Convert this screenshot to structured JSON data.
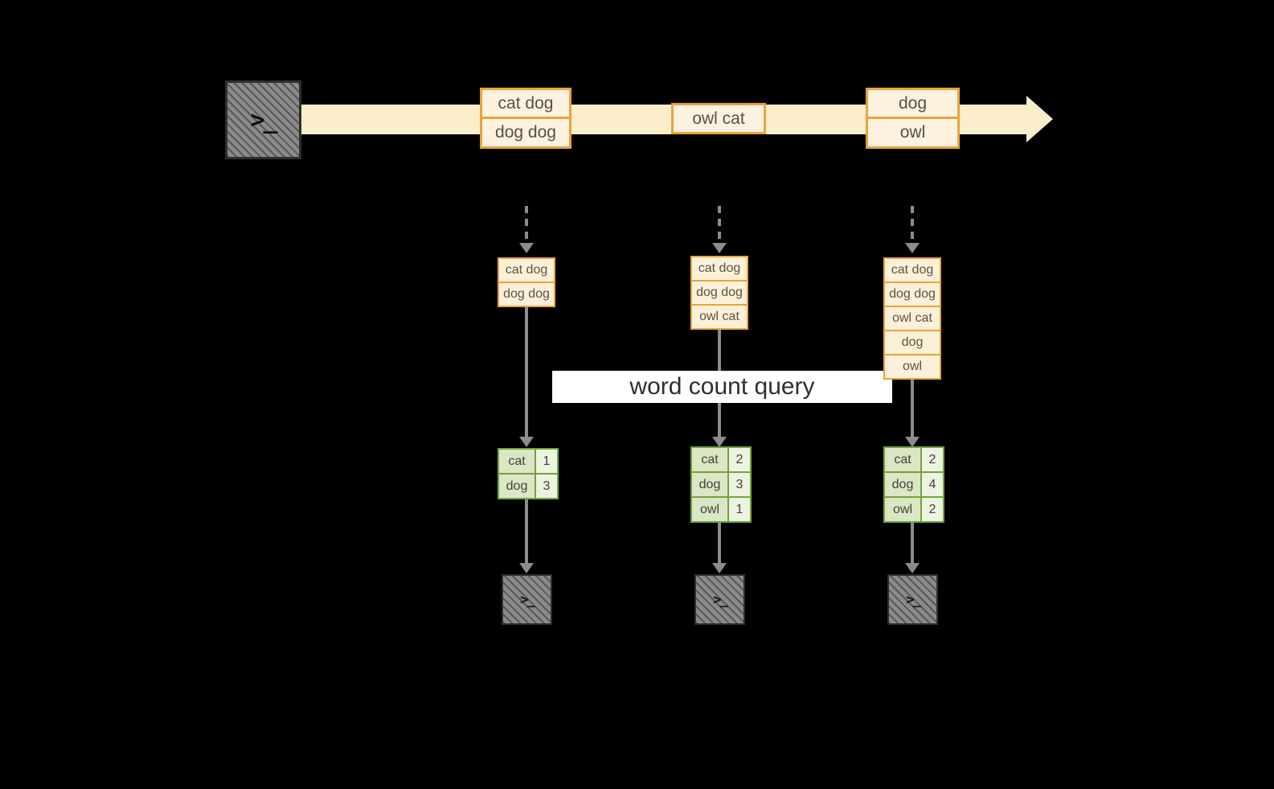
{
  "query_label": "word count query",
  "icons": {
    "source_glyph": ">_",
    "sink_glyph": ">_"
  },
  "stream_events": [
    {
      "lines": [
        "cat dog",
        "dog dog"
      ]
    },
    {
      "lines": [
        "owl cat"
      ]
    },
    {
      "lines": [
        "dog",
        "owl"
      ]
    }
  ],
  "pipelines": [
    {
      "buffer": [
        "cat dog",
        "dog dog"
      ],
      "table": [
        {
          "word": "cat",
          "count": "1"
        },
        {
          "word": "dog",
          "count": "3"
        }
      ]
    },
    {
      "buffer": [
        "cat dog",
        "dog dog",
        "owl cat"
      ],
      "table": [
        {
          "word": "cat",
          "count": "2"
        },
        {
          "word": "dog",
          "count": "3"
        },
        {
          "word": "owl",
          "count": "1"
        }
      ]
    },
    {
      "buffer": [
        "cat dog",
        "dog dog",
        "owl cat",
        "dog",
        "owl"
      ],
      "table": [
        {
          "word": "cat",
          "count": "2"
        },
        {
          "word": "dog",
          "count": "4"
        },
        {
          "word": "owl",
          "count": "2"
        }
      ]
    }
  ],
  "colors": {
    "background": "#000000",
    "stream_band": "#faeeca",
    "event_fill": "#fdf2df",
    "event_border": "#e8a33c",
    "buffer_fill": "#fcf0d8",
    "table_border": "#74a23c",
    "table_word_fill": "#d9e7c4",
    "table_count_fill": "#ecf3e1",
    "arrow": "#8c8c8c",
    "terminal_fill": "#8b8b8b",
    "query_band_bg": "#ffffff",
    "query_text": "#2f2f2f"
  }
}
